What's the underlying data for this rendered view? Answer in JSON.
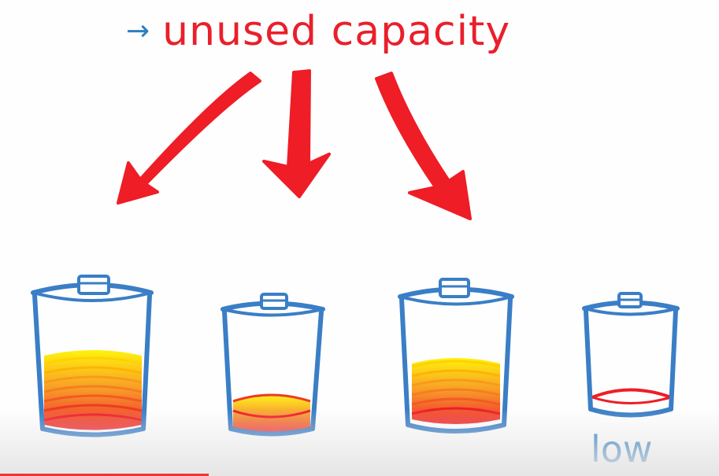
{
  "header": {
    "arrow_symbol": "→",
    "title": "unused capacity",
    "arrow_color": "#2f7fc1",
    "title_color": "#ea1f2b"
  },
  "batteries": [
    {
      "name": "battery-large-left",
      "fill_level": 0.6
    },
    {
      "name": "battery-small-left",
      "fill_level": 0.25
    },
    {
      "name": "battery-large-right",
      "fill_level": 0.45
    },
    {
      "name": "battery-small-right",
      "fill_level": 0.1
    }
  ],
  "labels": {
    "low": "low"
  },
  "colors": {
    "outline": "#3a7ec6",
    "arrow": "#ee1d26",
    "fill_top": "#fff200",
    "fill_bottom": "#ee1d26"
  }
}
